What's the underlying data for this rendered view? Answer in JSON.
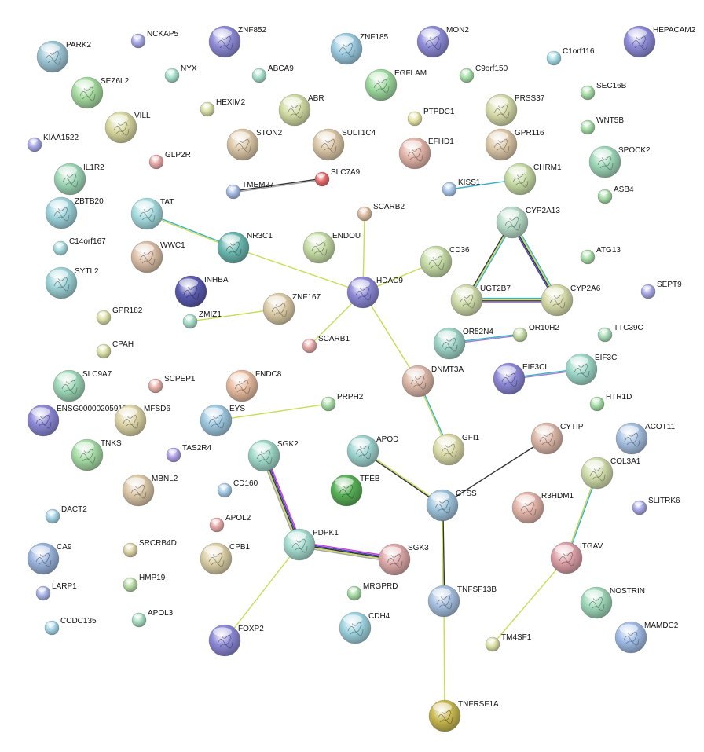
{
  "network": {
    "nodes": [
      {
        "id": "PARK2",
        "color": "#9ec7d6",
        "big": true
      },
      {
        "id": "NCKAP5",
        "color": "#a8a8e6",
        "big": false
      },
      {
        "id": "ZNF852",
        "color": "#8d8ad6",
        "big": true
      },
      {
        "id": "ZNF185",
        "color": "#9ccbe0",
        "big": true
      },
      {
        "id": "MON2",
        "color": "#8e8cd8",
        "big": true
      },
      {
        "id": "HEPACAM2",
        "color": "#8e8cd8",
        "big": true
      },
      {
        "id": "C1orf116",
        "color": "#a6dbe6",
        "big": false
      },
      {
        "id": "NYX",
        "color": "#a6e0cc",
        "big": false
      },
      {
        "id": "ABCA9",
        "color": "#a6e0cc",
        "big": false
      },
      {
        "id": "EGFLAM",
        "color": "#9fdba0",
        "big": true
      },
      {
        "id": "C9orf150",
        "color": "#a6e0a8",
        "big": false
      },
      {
        "id": "SEZ6L2",
        "color": "#a6dba0",
        "big": true
      },
      {
        "id": "HEXIM2",
        "color": "#d8e0a6",
        "big": false
      },
      {
        "id": "ABR",
        "color": "#d2dca4",
        "big": true
      },
      {
        "id": "PTPDC1",
        "color": "#e6e6a6",
        "big": false
      },
      {
        "id": "PRSS37",
        "color": "#d8dcaa",
        "big": true
      },
      {
        "id": "SEC16B",
        "color": "#a6dca6",
        "big": false
      },
      {
        "id": "VILL",
        "color": "#d8d8a0",
        "big": true
      },
      {
        "id": "WNT5B",
        "color": "#a6dca6",
        "big": false
      },
      {
        "id": "KIAA1522",
        "color": "#a8a8e6",
        "big": false
      },
      {
        "id": "STON2",
        "color": "#dcc8a8",
        "big": true
      },
      {
        "id": "SULT1C4",
        "color": "#dcc8a8",
        "big": true
      },
      {
        "id": "EFHD1",
        "color": "#e2b4a8",
        "big": true
      },
      {
        "id": "GPR116",
        "color": "#dcc8a8",
        "big": true
      },
      {
        "id": "SPOCK2",
        "color": "#9ed8b8",
        "big": true
      },
      {
        "id": "GLP2R",
        "color": "#e6a8a8",
        "big": false
      },
      {
        "id": "IL1R2",
        "color": "#9ed8b8",
        "big": true
      },
      {
        "id": "SLC7A9",
        "color": "#e66a6a",
        "big": false
      },
      {
        "id": "TMEM27",
        "color": "#a6bce6",
        "big": false
      },
      {
        "id": "CHRM1",
        "color": "#c8dca6",
        "big": true
      },
      {
        "id": "KISS1",
        "color": "#a6c4e6",
        "big": false
      },
      {
        "id": "ASB4",
        "color": "#a6dca6",
        "big": false
      },
      {
        "id": "ZBTB20",
        "color": "#9ed4dc",
        "big": true
      },
      {
        "id": "TAT",
        "color": "#a6dce0",
        "big": true
      },
      {
        "id": "SCARB2",
        "color": "#dcbca0",
        "big": false
      },
      {
        "id": "CYP2A13",
        "color": "#b8dcc8",
        "big": true
      },
      {
        "id": "C14orf167",
        "color": "#a6dce0",
        "big": false
      },
      {
        "id": "NR3C1",
        "color": "#6ab8b0",
        "big": true
      },
      {
        "id": "ENDOU",
        "color": "#c6dca6",
        "big": true
      },
      {
        "id": "CD36",
        "color": "#c6dca6",
        "big": true
      },
      {
        "id": "ATG13",
        "color": "#a6dca6",
        "big": false
      },
      {
        "id": "WWC1",
        "color": "#dcc0a8",
        "big": true
      },
      {
        "id": "SYTL2",
        "color": "#9ed4d8",
        "big": true
      },
      {
        "id": "INHBA",
        "color": "#5a5ab0",
        "big": true
      },
      {
        "id": "HDAC9",
        "color": "#8c88d6",
        "big": true
      },
      {
        "id": "UGT2B7",
        "color": "#d0dcaa",
        "big": true
      },
      {
        "id": "CYP2A6",
        "color": "#d8dcaa",
        "big": true
      },
      {
        "id": "SEPT9",
        "color": "#a8a8e6",
        "big": false
      },
      {
        "id": "ZNF167",
        "color": "#dccca6",
        "big": true
      },
      {
        "id": "ZMIZ1",
        "color": "#a6dcc8",
        "big": false
      },
      {
        "id": "GPR182",
        "color": "#dce0a6",
        "big": false
      },
      {
        "id": "OR52N4",
        "color": "#9ed4c8",
        "big": true
      },
      {
        "id": "OR10H2",
        "color": "#c6dca6",
        "big": false
      },
      {
        "id": "TTC39C",
        "color": "#a6dcb8",
        "big": false
      },
      {
        "id": "SCARB1",
        "color": "#e6a8a8",
        "big": false
      },
      {
        "id": "CPAH",
        "color": "#dce0a6",
        "big": false
      },
      {
        "id": "DNMT3A",
        "color": "#dcb8a8",
        "big": true
      },
      {
        "id": "EIF3CL",
        "color": "#8c88d6",
        "big": true
      },
      {
        "id": "EIF3C",
        "color": "#9ed8c8",
        "big": true
      },
      {
        "id": "SLC9A7",
        "color": "#9ed8b8",
        "big": true
      },
      {
        "id": "SCPEP1",
        "color": "#e6b0a8",
        "big": false
      },
      {
        "id": "FNDC8",
        "color": "#e6bca0",
        "big": true
      },
      {
        "id": "PRPH2",
        "color": "#a6dca6",
        "big": false
      },
      {
        "id": "HTR1D",
        "color": "#a6dca6",
        "big": false
      },
      {
        "id": "ENSG00000205918",
        "color": "#8c88d6",
        "big": true
      },
      {
        "id": "MFSD6",
        "color": "#dcd4a6",
        "big": true
      },
      {
        "id": "EYS",
        "color": "#9ec8e0",
        "big": true
      },
      {
        "id": "CYTIP",
        "color": "#dcb8a8",
        "big": true
      },
      {
        "id": "ACOT11",
        "color": "#a6c0e0",
        "big": true
      },
      {
        "id": "GFI1",
        "color": "#dcdcaa",
        "big": true
      },
      {
        "id": "TNKS",
        "color": "#a6dca6",
        "big": true
      },
      {
        "id": "TAS2R4",
        "color": "#b0a0e6",
        "big": false
      },
      {
        "id": "SGK2",
        "color": "#9ed8c8",
        "big": true
      },
      {
        "id": "APOD",
        "color": "#9ed4d0",
        "big": true
      },
      {
        "id": "COL3A1",
        "color": "#d0dcaa",
        "big": true
      },
      {
        "id": "MBNL2",
        "color": "#dcc8a8",
        "big": true
      },
      {
        "id": "CD160",
        "color": "#a6cce6",
        "big": false
      },
      {
        "id": "TFEB",
        "color": "#58b058",
        "big": true
      },
      {
        "id": "CTSS",
        "color": "#9ec4dc",
        "big": true
      },
      {
        "id": "R3HDM1",
        "color": "#e2b4a8",
        "big": true
      },
      {
        "id": "SLITRK6",
        "color": "#a8a8e6",
        "big": false
      },
      {
        "id": "DACT2",
        "color": "#a6d4e6",
        "big": false
      },
      {
        "id": "APOL2",
        "color": "#e6a8a8",
        "big": false
      },
      {
        "id": "CA9",
        "color": "#9ab4dc",
        "big": true
      },
      {
        "id": "SRCRB4D",
        "color": "#dcd4a6",
        "big": false
      },
      {
        "id": "CPB1",
        "color": "#dcd0a8",
        "big": true
      },
      {
        "id": "PDPK1",
        "color": "#a6dcd0",
        "big": true
      },
      {
        "id": "SGK3",
        "color": "#dca8a8",
        "big": true
      },
      {
        "id": "ITGAV",
        "color": "#dca0a8",
        "big": true
      },
      {
        "id": "LARP1",
        "color": "#a6b4e6",
        "big": false
      },
      {
        "id": "HMP19",
        "color": "#b8dca6",
        "big": false
      },
      {
        "id": "MRGPRD",
        "color": "#a6dca6",
        "big": false
      },
      {
        "id": "TNFSF13B",
        "color": "#a6c0e0",
        "big": true
      },
      {
        "id": "NOSTRIN",
        "color": "#9ed8b8",
        "big": true
      },
      {
        "id": "CCDC135",
        "color": "#a6d4e6",
        "big": false
      },
      {
        "id": "APOL3",
        "color": "#a6dcc0",
        "big": false
      },
      {
        "id": "CDH4",
        "color": "#9ed4e0",
        "big": true
      },
      {
        "id": "MAMDC2",
        "color": "#a0bce6",
        "big": true
      },
      {
        "id": "FOXP2",
        "color": "#8c88d6",
        "big": true
      },
      {
        "id": "TM4SF1",
        "color": "#dce0a6",
        "big": false
      },
      {
        "id": "TNFRSF1A",
        "color": "#c8b850",
        "big": true
      }
    ],
    "edges": [
      {
        "a": "TMEM27",
        "b": "SLC7A9",
        "colors": [
          "#333333",
          "#a6a6a6"
        ]
      },
      {
        "a": "TAT",
        "b": "NR3C1",
        "colors": [
          "#3bb0c8",
          "#c8dc58"
        ]
      },
      {
        "a": "NR3C1",
        "b": "HDAC9",
        "colors": [
          "#c8dc58"
        ]
      },
      {
        "a": "SCARB2",
        "b": "HDAC9",
        "colors": [
          "#c8dc58"
        ]
      },
      {
        "a": "CD36",
        "b": "HDAC9",
        "colors": [
          "#c8dc58"
        ]
      },
      {
        "a": "ZMIZ1",
        "b": "ZNF167",
        "colors": [
          "#c8dc58"
        ]
      },
      {
        "a": "SCARB1",
        "b": "HDAC9",
        "colors": [
          "#c8dc58"
        ]
      },
      {
        "a": "HDAC9",
        "b": "DNMT3A",
        "colors": [
          "#c8dc58"
        ]
      },
      {
        "a": "DNMT3A",
        "b": "GFI1",
        "colors": [
          "#3bb0c8",
          "#c8dc58"
        ]
      },
      {
        "a": "KISS1",
        "b": "CHRM1",
        "colors": [
          "#3bb0c8"
        ]
      },
      {
        "a": "CYP2A13",
        "b": "UGT2B7",
        "colors": [
          "#3bb0c8",
          "#c8dc58",
          "#333333"
        ]
      },
      {
        "a": "CYP2A13",
        "b": "CYP2A6",
        "colors": [
          "#3bb0c8",
          "#c8dc58",
          "#333333",
          "#4040c0"
        ]
      },
      {
        "a": "UGT2B7",
        "b": "CYP2A6",
        "colors": [
          "#3bb0c8",
          "#c8dc58",
          "#333333",
          "#a080c8"
        ]
      },
      {
        "a": "OR52N4",
        "b": "OR10H2",
        "colors": [
          "#3bb0c8",
          "#a080c8"
        ]
      },
      {
        "a": "EIF3CL",
        "b": "EIF3C",
        "colors": [
          "#3bb0c8",
          "#a080c8"
        ]
      },
      {
        "a": "EYS",
        "b": "PRPH2",
        "colors": [
          "#c8dc58"
        ]
      },
      {
        "a": "SGK2",
        "b": "PDPK1",
        "colors": [
          "#d040d0",
          "#4040c0",
          "#333333",
          "#c8dc58",
          "#a6a6a6"
        ]
      },
      {
        "a": "PDPK1",
        "b": "SGK3",
        "colors": [
          "#d040d0",
          "#4040c0",
          "#333333",
          "#c8dc58",
          "#a6a6a6"
        ]
      },
      {
        "a": "PDPK1",
        "b": "FOXP2",
        "colors": [
          "#c8dc58"
        ]
      },
      {
        "a": "APOD",
        "b": "CTSS",
        "colors": [
          "#c8dc58",
          "#333333"
        ]
      },
      {
        "a": "CTSS",
        "b": "CYTIP",
        "colors": [
          "#333333"
        ]
      },
      {
        "a": "CTSS",
        "b": "TNFSF13B",
        "colors": [
          "#333333",
          "#c8dc58"
        ]
      },
      {
        "a": "TNFSF13B",
        "b": "TNFRSF1A",
        "colors": [
          "#c8dc58"
        ]
      },
      {
        "a": "COL3A1",
        "b": "ITGAV",
        "colors": [
          "#3bb0c8",
          "#c8dc58"
        ]
      },
      {
        "a": "ITGAV",
        "b": "TM4SF1",
        "colors": [
          "#c8dc58"
        ]
      }
    ]
  }
}
